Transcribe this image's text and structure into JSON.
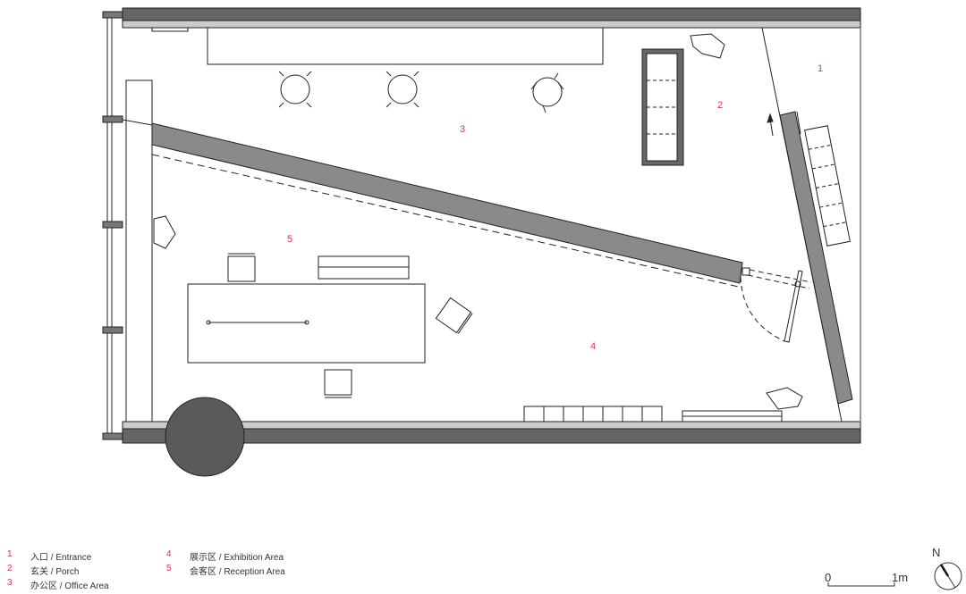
{
  "plan": {
    "room_labels": [
      "1",
      "2",
      "3",
      "4",
      "5"
    ]
  },
  "legend": [
    {
      "num": "1",
      "text": "入口 / Entrance"
    },
    {
      "num": "2",
      "text": "玄关 / Porch"
    },
    {
      "num": "3",
      "text": "办公区 / Office Area"
    },
    {
      "num": "4",
      "text": "展示区 / Exhibition Area"
    },
    {
      "num": "5",
      "text": "会客区 / Reception Area"
    }
  ],
  "scale_bar": {
    "start": "0",
    "end": "1m"
  },
  "north": {
    "label": "N"
  },
  "colors": {
    "label": "#d6336c",
    "wall": "#8a8a8a",
    "dark": "#555555"
  }
}
